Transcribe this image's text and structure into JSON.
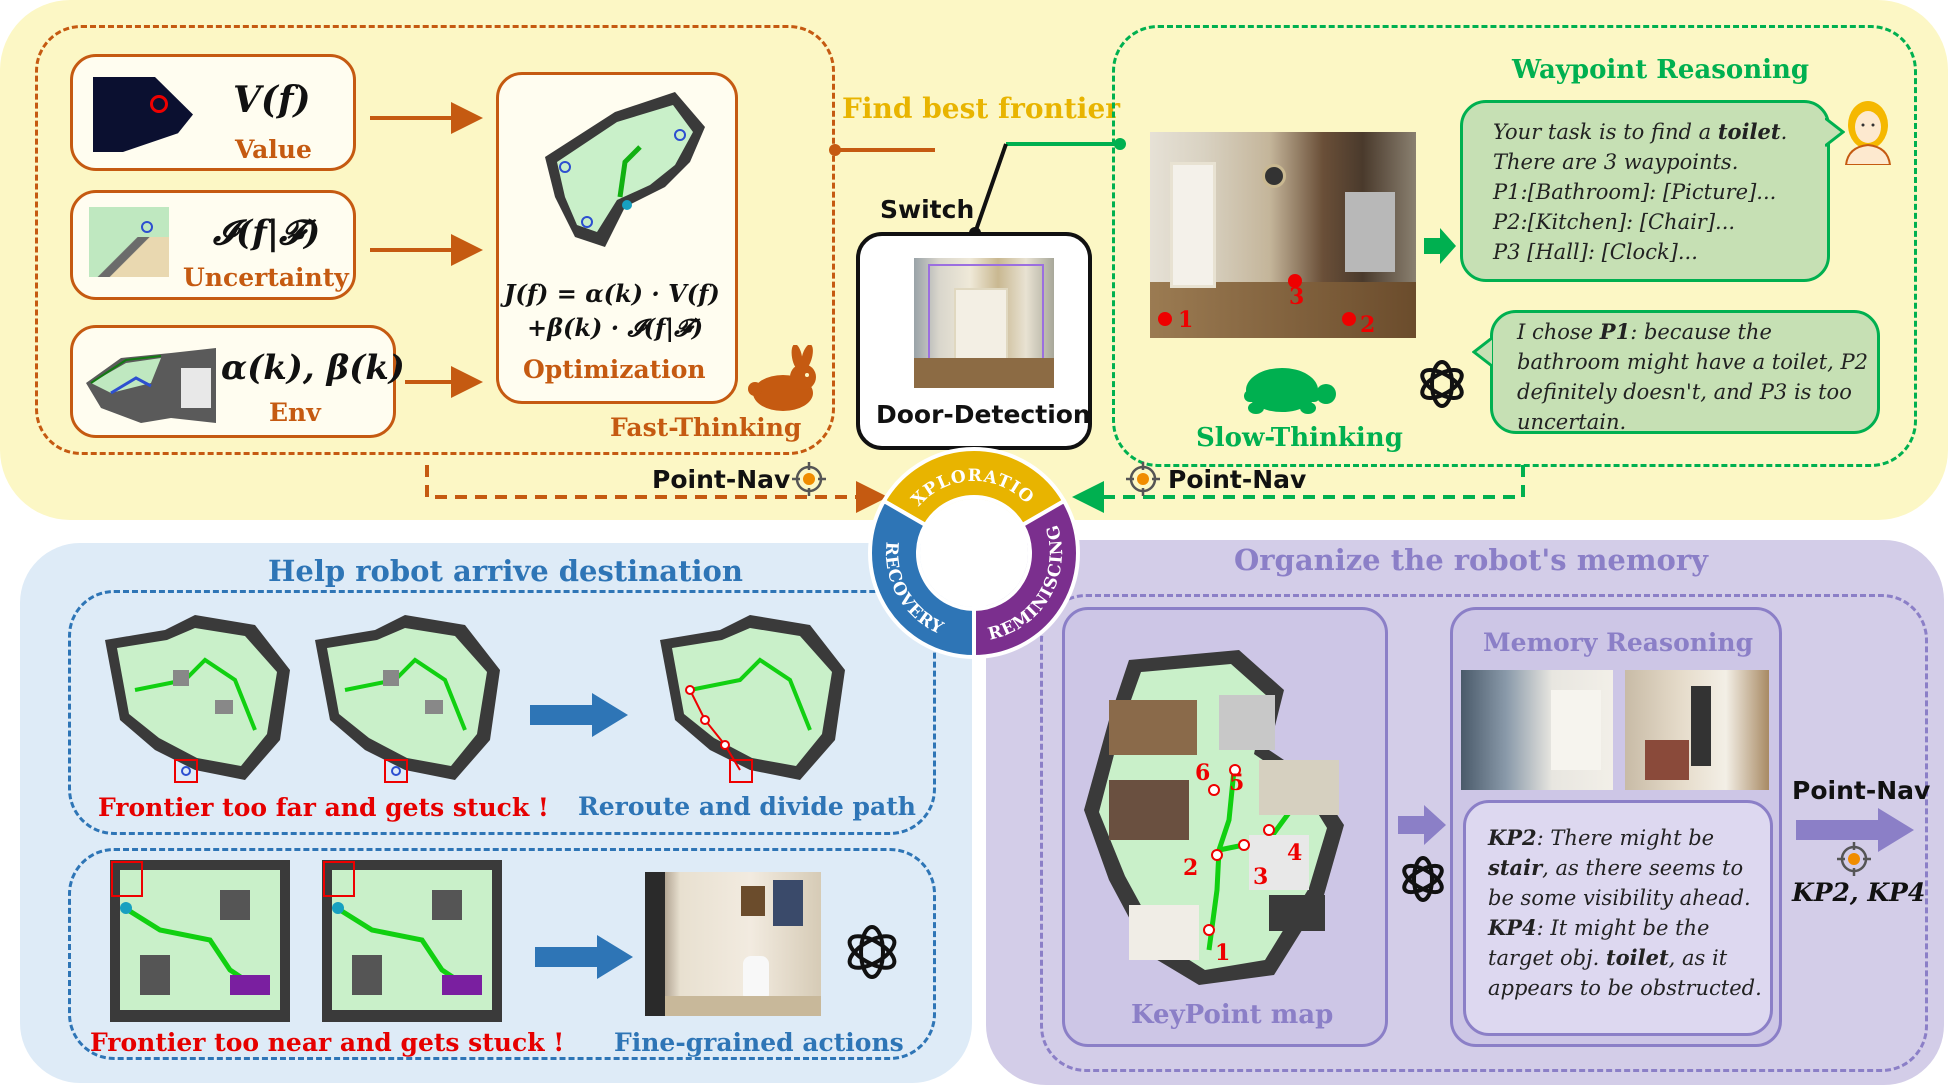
{
  "exploration": {
    "find_best_frontier": "Find best frontier",
    "switch_label": "Switch",
    "door_detection": "Door-Detection",
    "point_nav_left": "Point-Nav",
    "point_nav_right": "Point-Nav",
    "fast_thinking": {
      "title": "Fast-Thinking",
      "value_formula": "V(f)",
      "value_label": "Value",
      "uncertainty_formula": "𝓘(f|𝓕)",
      "uncertainty_label": "Uncertainty",
      "env_formula": "α(k), β(k)",
      "env_label": "Env",
      "objective_line1": "J(f) = α(k) · V(f)",
      "objective_line2": "+β(k) · 𝓘(f|𝓕)",
      "optimization_label": "Optimization"
    },
    "slow_thinking": {
      "title": "Slow-Thinking",
      "reasoning_title": "Waypoint Reasoning",
      "waypoint_markers": [
        "1",
        "2",
        "3"
      ],
      "prompt_lines": [
        {
          "pre": "Your task is to find a ",
          "bold": "toilet",
          "post": "."
        },
        {
          "pre": "There are 3 waypoints.",
          "bold": "",
          "post": ""
        },
        {
          "pre": "P1:[Bathroom]: [Picture]...",
          "bold": "",
          "post": ""
        },
        {
          "pre": "P2:[Kitchen]: [Chair]...",
          "bold": "",
          "post": ""
        },
        {
          "pre": "P3 [Hall]: [Clock]...",
          "bold": "",
          "post": ""
        }
      ],
      "answer_lines": [
        {
          "pre": "I chose ",
          "bold": "P1",
          "post": ": because the"
        },
        {
          "pre": "bathroom might have a toilet, P2",
          "bold": "",
          "post": ""
        },
        {
          "pre": "definitely doesn't, and P3 is too",
          "bold": "",
          "post": ""
        },
        {
          "pre": "uncertain.",
          "bold": "",
          "post": ""
        }
      ]
    }
  },
  "cycle": {
    "exploration": "EXPLORATION",
    "recovery": "RECOVERY",
    "reminiscing": "REMINISCING"
  },
  "recovery": {
    "title": "Help robot arrive destination",
    "case1_caption": "Frontier too far and gets stuck !",
    "case1_result": "Reroute and divide path",
    "case2_caption": "Frontier too near and gets stuck !",
    "case2_result": "Fine-grained actions"
  },
  "reminiscing": {
    "title": "Organize the robot's memory",
    "keypoint_map_label": "KeyPoint map",
    "keypoint_numbers": [
      "1",
      "2",
      "3",
      "4",
      "5",
      "6"
    ],
    "memory_reasoning_title": "Memory Reasoning",
    "memory_lines": [
      {
        "pre": "",
        "bold": "KP2",
        "post": ": There might be"
      },
      {
        "pre": "",
        "bold": "stair",
        "post": ", as there seems to"
      },
      {
        "pre": "be some visibility ahead.",
        "bold": "",
        "post": ""
      },
      {
        "pre": "",
        "bold": "KP4",
        "post": ": It might be the"
      },
      {
        "pre": "target obj. ",
        "bold": "toilet",
        "post": ", as it"
      },
      {
        "pre": "appears to be obstructed.",
        "bold": "",
        "post": ""
      }
    ],
    "point_nav_label": "Point-Nav",
    "targets": "KP2, KP4"
  },
  "colors": {
    "exploration_panel": "#fcf7c5",
    "fast_orange": "#c55a11",
    "slow_green": "#00b050",
    "find_frontier_gold": "#e8b400",
    "recovery_panel": "#deebf7",
    "recovery_blue": "#2e75b6",
    "reminiscing_panel": "#d3cde8",
    "reminiscing_purple": "#8b7fc7",
    "caption_red": "#e60000",
    "ring_exploration": "#e8b400",
    "ring_recovery": "#2e75b6",
    "ring_reminiscing": "#7b2f8e"
  },
  "icons": [
    "rabbit-icon",
    "turtle-icon",
    "user-avatar-icon",
    "openai-logo-icon",
    "target-icon",
    "arrow-right-icon"
  ]
}
